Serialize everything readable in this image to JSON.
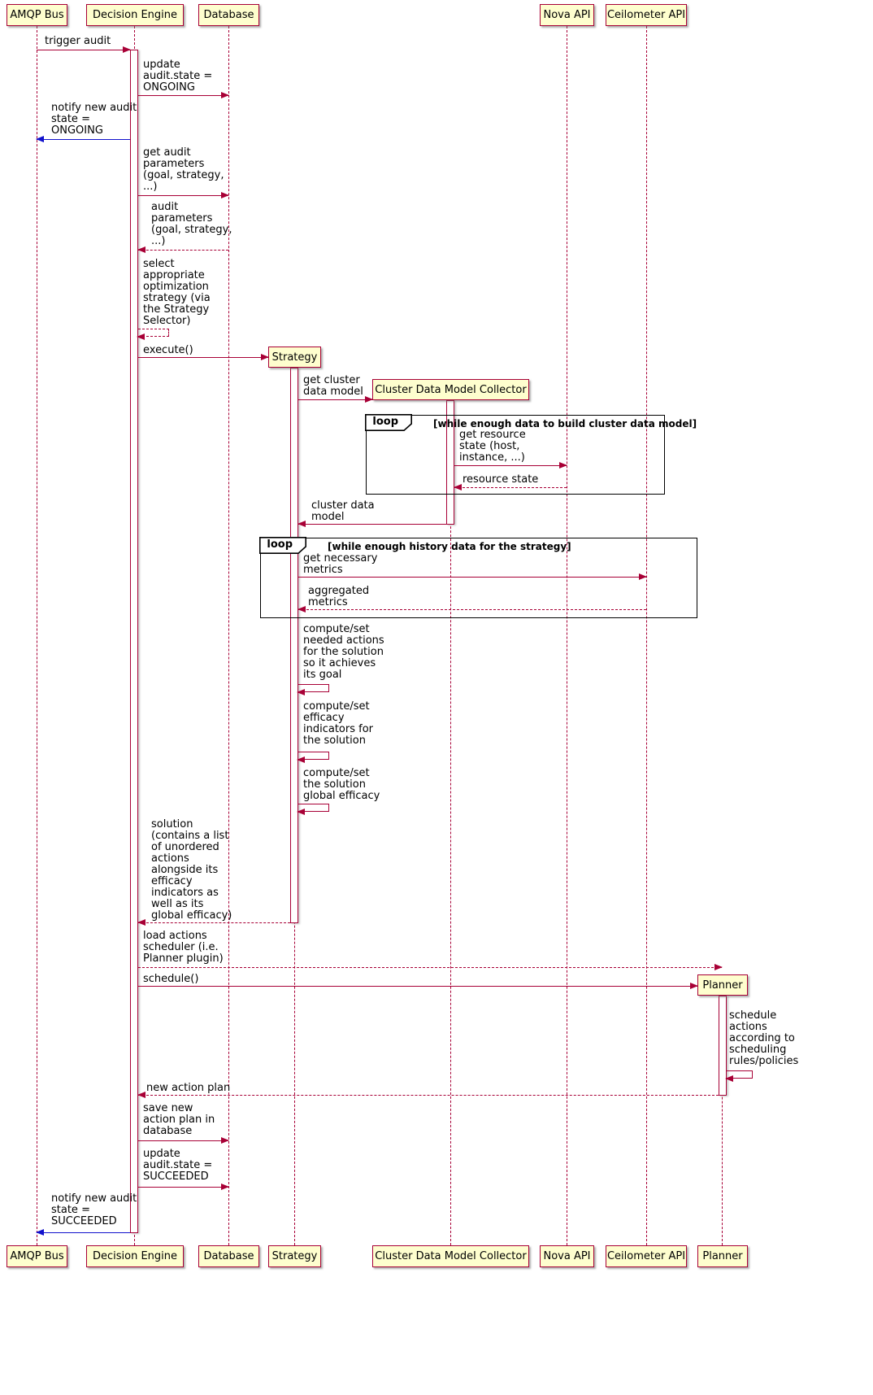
{
  "diagram_type": "sequence",
  "colors": {
    "participant_fill": "#FEFECE",
    "participant_border": "#A80036",
    "arrow": "#A80036",
    "notify_arrow": "#1111CC",
    "frame_border": "#000000",
    "background": "#FFFFFF"
  },
  "participants": {
    "top": [
      "AMQP Bus",
      "Decision Engine",
      "Database",
      "Nova API",
      "Ceilometer API"
    ],
    "created": [
      "Strategy",
      "Cluster Data Model Collector",
      "Planner"
    ],
    "bottom": [
      "AMQP Bus",
      "Decision Engine",
      "Database",
      "Strategy",
      "Cluster Data Model Collector",
      "Nova API",
      "Ceilometer API",
      "Planner"
    ]
  },
  "frames": [
    {
      "operator": "loop",
      "condition": "[while enough data to build cluster data model]"
    },
    {
      "operator": "loop",
      "condition": "[while enough history data for the strategy]"
    }
  ],
  "messages": [
    {
      "text": "trigger audit",
      "from": "AMQP Bus",
      "to": "Decision Engine",
      "line": "solid",
      "color": "arrow"
    },
    {
      "text": "update\naudit.state =\nONGOING",
      "from": "Decision Engine",
      "to": "Database",
      "line": "solid",
      "color": "arrow"
    },
    {
      "text": "notify new audit\nstate =\nONGOING",
      "from": "Decision Engine",
      "to": "AMQP Bus",
      "line": "solid",
      "color": "notify_arrow"
    },
    {
      "text": "get audit\nparameters\n(goal, strategy,\n...)",
      "from": "Decision Engine",
      "to": "Database",
      "line": "solid",
      "color": "arrow"
    },
    {
      "text": "audit\nparameters\n(goal, strategy,\n...)",
      "from": "Database",
      "to": "Decision Engine",
      "line": "dotted",
      "color": "arrow"
    },
    {
      "text": "select\nappropriate\noptimization\nstrategy (via\nthe Strategy\nSelector)",
      "from": "Decision Engine",
      "to": "Decision Engine",
      "line": "dotted",
      "color": "arrow"
    },
    {
      "text": "execute()",
      "from": "Decision Engine",
      "to": "Strategy",
      "line": "solid",
      "color": "arrow"
    },
    {
      "text": "get cluster\ndata model",
      "from": "Strategy",
      "to": "Cluster Data Model Collector",
      "line": "solid",
      "color": "arrow"
    },
    {
      "text": "get resource\nstate (host,\ninstance, ...)",
      "from": "Cluster Data Model Collector",
      "to": "Nova API",
      "line": "solid",
      "color": "arrow"
    },
    {
      "text": "resource state",
      "from": "Nova API",
      "to": "Cluster Data Model Collector",
      "line": "dotted",
      "color": "arrow"
    },
    {
      "text": "cluster data\nmodel",
      "from": "Cluster Data Model Collector",
      "to": "Strategy",
      "line": "solid",
      "color": "arrow"
    },
    {
      "text": "get necessary\nmetrics",
      "from": "Strategy",
      "to": "Ceilometer API",
      "line": "solid",
      "color": "arrow"
    },
    {
      "text": "aggregated\nmetrics",
      "from": "Ceilometer API",
      "to": "Strategy",
      "line": "dotted",
      "color": "arrow"
    },
    {
      "text": "compute/set\nneeded actions\nfor the solution\nso it achieves\nits goal",
      "from": "Strategy",
      "to": "Strategy",
      "line": "solid",
      "color": "arrow"
    },
    {
      "text": "compute/set\nefficacy\nindicators for\nthe solution",
      "from": "Strategy",
      "to": "Strategy",
      "line": "solid",
      "color": "arrow"
    },
    {
      "text": "compute/set\nthe solution\nglobal efficacy",
      "from": "Strategy",
      "to": "Strategy",
      "line": "solid",
      "color": "arrow"
    },
    {
      "text": "solution\n(contains a list\nof unordered\nactions\nalongside its\nefficacy\nindicators as\nwell as its\nglobal efficacy)",
      "from": "Strategy",
      "to": "Decision Engine",
      "line": "dotted",
      "color": "arrow"
    },
    {
      "text": "load actions\nscheduler (i.e.\nPlanner plugin)",
      "from": "Decision Engine",
      "to": "Planner",
      "line": "dotted",
      "color": "arrow"
    },
    {
      "text": "schedule()",
      "from": "Decision Engine",
      "to": "Planner",
      "line": "solid",
      "color": "arrow"
    },
    {
      "text": "schedule\nactions\naccording to\nscheduling\nrules/policies",
      "from": "Planner",
      "to": "Planner",
      "line": "solid",
      "color": "arrow"
    },
    {
      "text": "new action plan",
      "from": "Planner",
      "to": "Decision Engine",
      "line": "dotted",
      "color": "arrow"
    },
    {
      "text": "save new\naction plan in\ndatabase",
      "from": "Decision Engine",
      "to": "Database",
      "line": "solid",
      "color": "arrow"
    },
    {
      "text": "update\naudit.state =\nSUCCEEDED",
      "from": "Decision Engine",
      "to": "Database",
      "line": "solid",
      "color": "arrow"
    },
    {
      "text": "notify new audit\nstate =\nSUCCEEDED",
      "from": "Decision Engine",
      "to": "AMQP Bus",
      "line": "solid",
      "color": "notify_arrow"
    }
  ]
}
